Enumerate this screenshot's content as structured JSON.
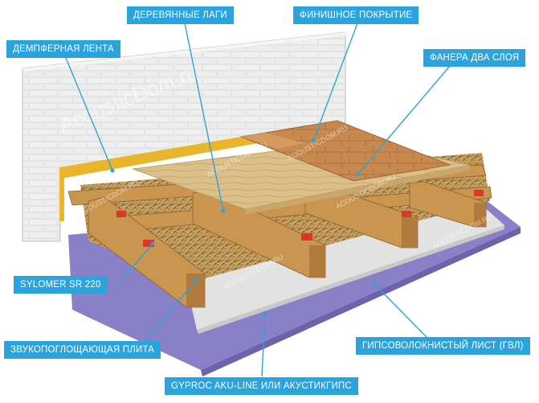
{
  "labels": {
    "damper_tape": "ДЕМПФЕРНАЯ ЛЕНТА",
    "wood_joists": "ДЕРЕВЯННЫЕ ЛАГИ",
    "finish_coating": "ФИНИШНОЕ ПОКРЫТИЕ",
    "plywood_two_layers": "ФАНЕРА ДВА СЛОЯ",
    "sylomer": "SYLOMER  SR 220",
    "sound_absorbing_board": "ЗВУКОПОГЛОЩАЮЩАЯ ПЛИТА",
    "gypsum_fiber_sheet": "ГИПСОВОЛОКНИСТЫЙ ЛИСТ (ГВЛ)",
    "gyproc": "GYPROC AKU-LINE ИЛИ АКУСТИКГИПС"
  },
  "watermarks": {
    "main": "AcousticDom.ru",
    "small": "ACOUSTICDOM.RU"
  },
  "colors": {
    "label_bg": "#2ba3dc",
    "label_text": "#ffffff",
    "leader_line": "#2ba3dc",
    "brick_wall": "#dcdcdc",
    "joist_wood": "#c9954f",
    "mineral_wool": "#b08a4c",
    "plywood": "#dcc08a",
    "parquet": "#c7894d",
    "damper_tape": "#e9b52d",
    "sylomer_pad": "#d63a2b",
    "gypsum_board": "#8a80c8",
    "gvl_sheet": "#e2e2e2"
  }
}
